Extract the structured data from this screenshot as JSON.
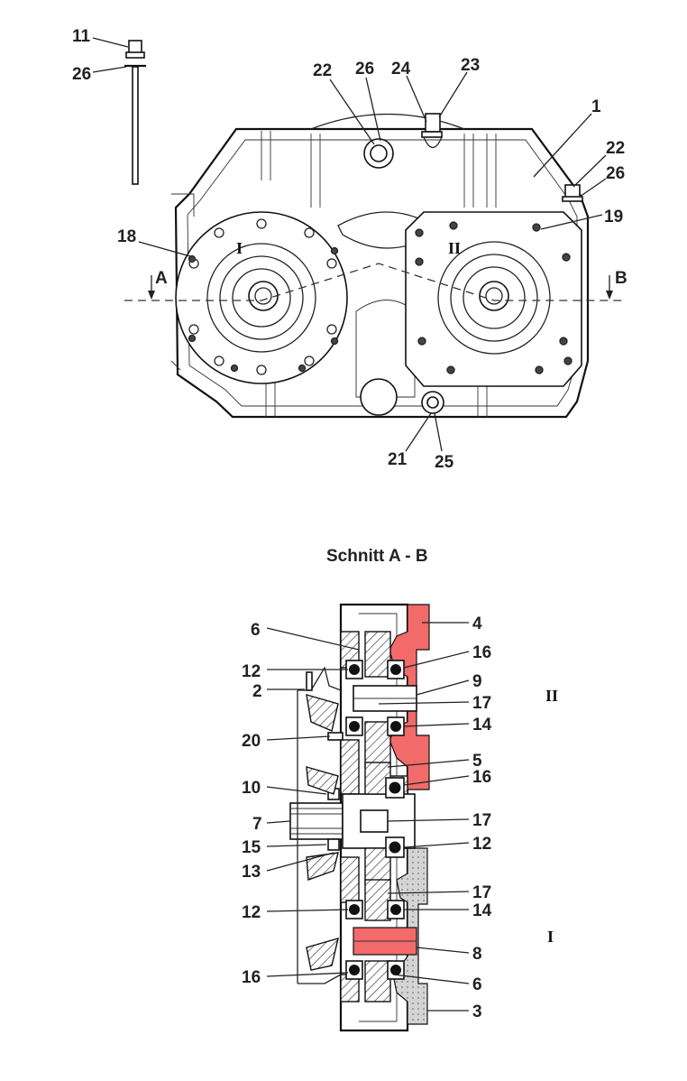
{
  "top_view": {
    "labels": [
      "11",
      "26",
      "22",
      "26",
      "24",
      "23",
      "1",
      "22",
      "26",
      "19",
      "18",
      "21",
      "25"
    ],
    "shaft_marks": [
      "I",
      "II"
    ],
    "section_marks": [
      "A",
      "B"
    ]
  },
  "section": {
    "title": "Schnitt A - B",
    "labels": [
      "6",
      "4",
      "16",
      "12",
      "9",
      "2",
      "17",
      "14",
      "20",
      "5",
      "16",
      "10",
      "17",
      "7",
      "12",
      "15",
      "13",
      "17",
      "12",
      "14",
      "8",
      "16",
      "6",
      "3"
    ],
    "shaft_marks": [
      "II",
      "I"
    ]
  },
  "colors": {
    "line": "#222222",
    "red_part": "#f26a6a",
    "cast_grey": "#d9d9d9"
  }
}
